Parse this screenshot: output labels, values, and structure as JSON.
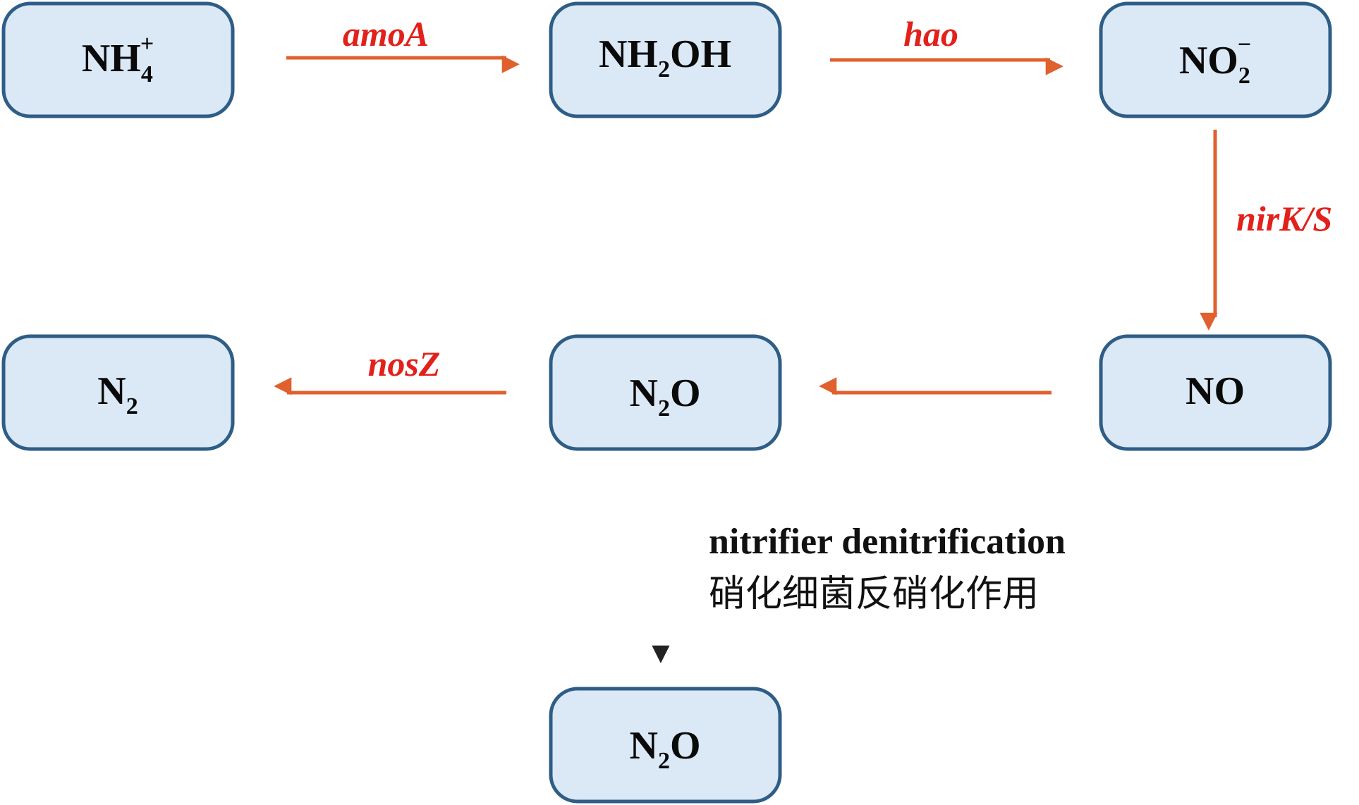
{
  "colors": {
    "node_fill": "#dbe8f6",
    "node_stroke": "#2e5d86",
    "arrow_orange": "#e0602e",
    "gene_red": "#e2211c",
    "arrow_dark": "#222222"
  },
  "nodes": {
    "nh4": {
      "base": "NH",
      "sub": "4",
      "sup": "+"
    },
    "nh2oh": {
      "base": "NH",
      "sub": "2",
      "tail": "OH"
    },
    "no2": {
      "base": "NO",
      "sub": "2",
      "sup": "−"
    },
    "n2": {
      "base": "N",
      "sub": "2"
    },
    "n2o_mid": {
      "base": "N",
      "sub": "2",
      "tail": "O"
    },
    "no": {
      "base": "NO"
    },
    "n2o_bottom": {
      "base": "N",
      "sub": "2",
      "tail": "O"
    }
  },
  "genes": {
    "amoa": "amoA",
    "hao": "hao",
    "nirks": "nirK/S",
    "nosz": "nosZ"
  },
  "process": {
    "english": "nitrifier denitrification",
    "chinese": "硝化细菌反硝化作用"
  }
}
